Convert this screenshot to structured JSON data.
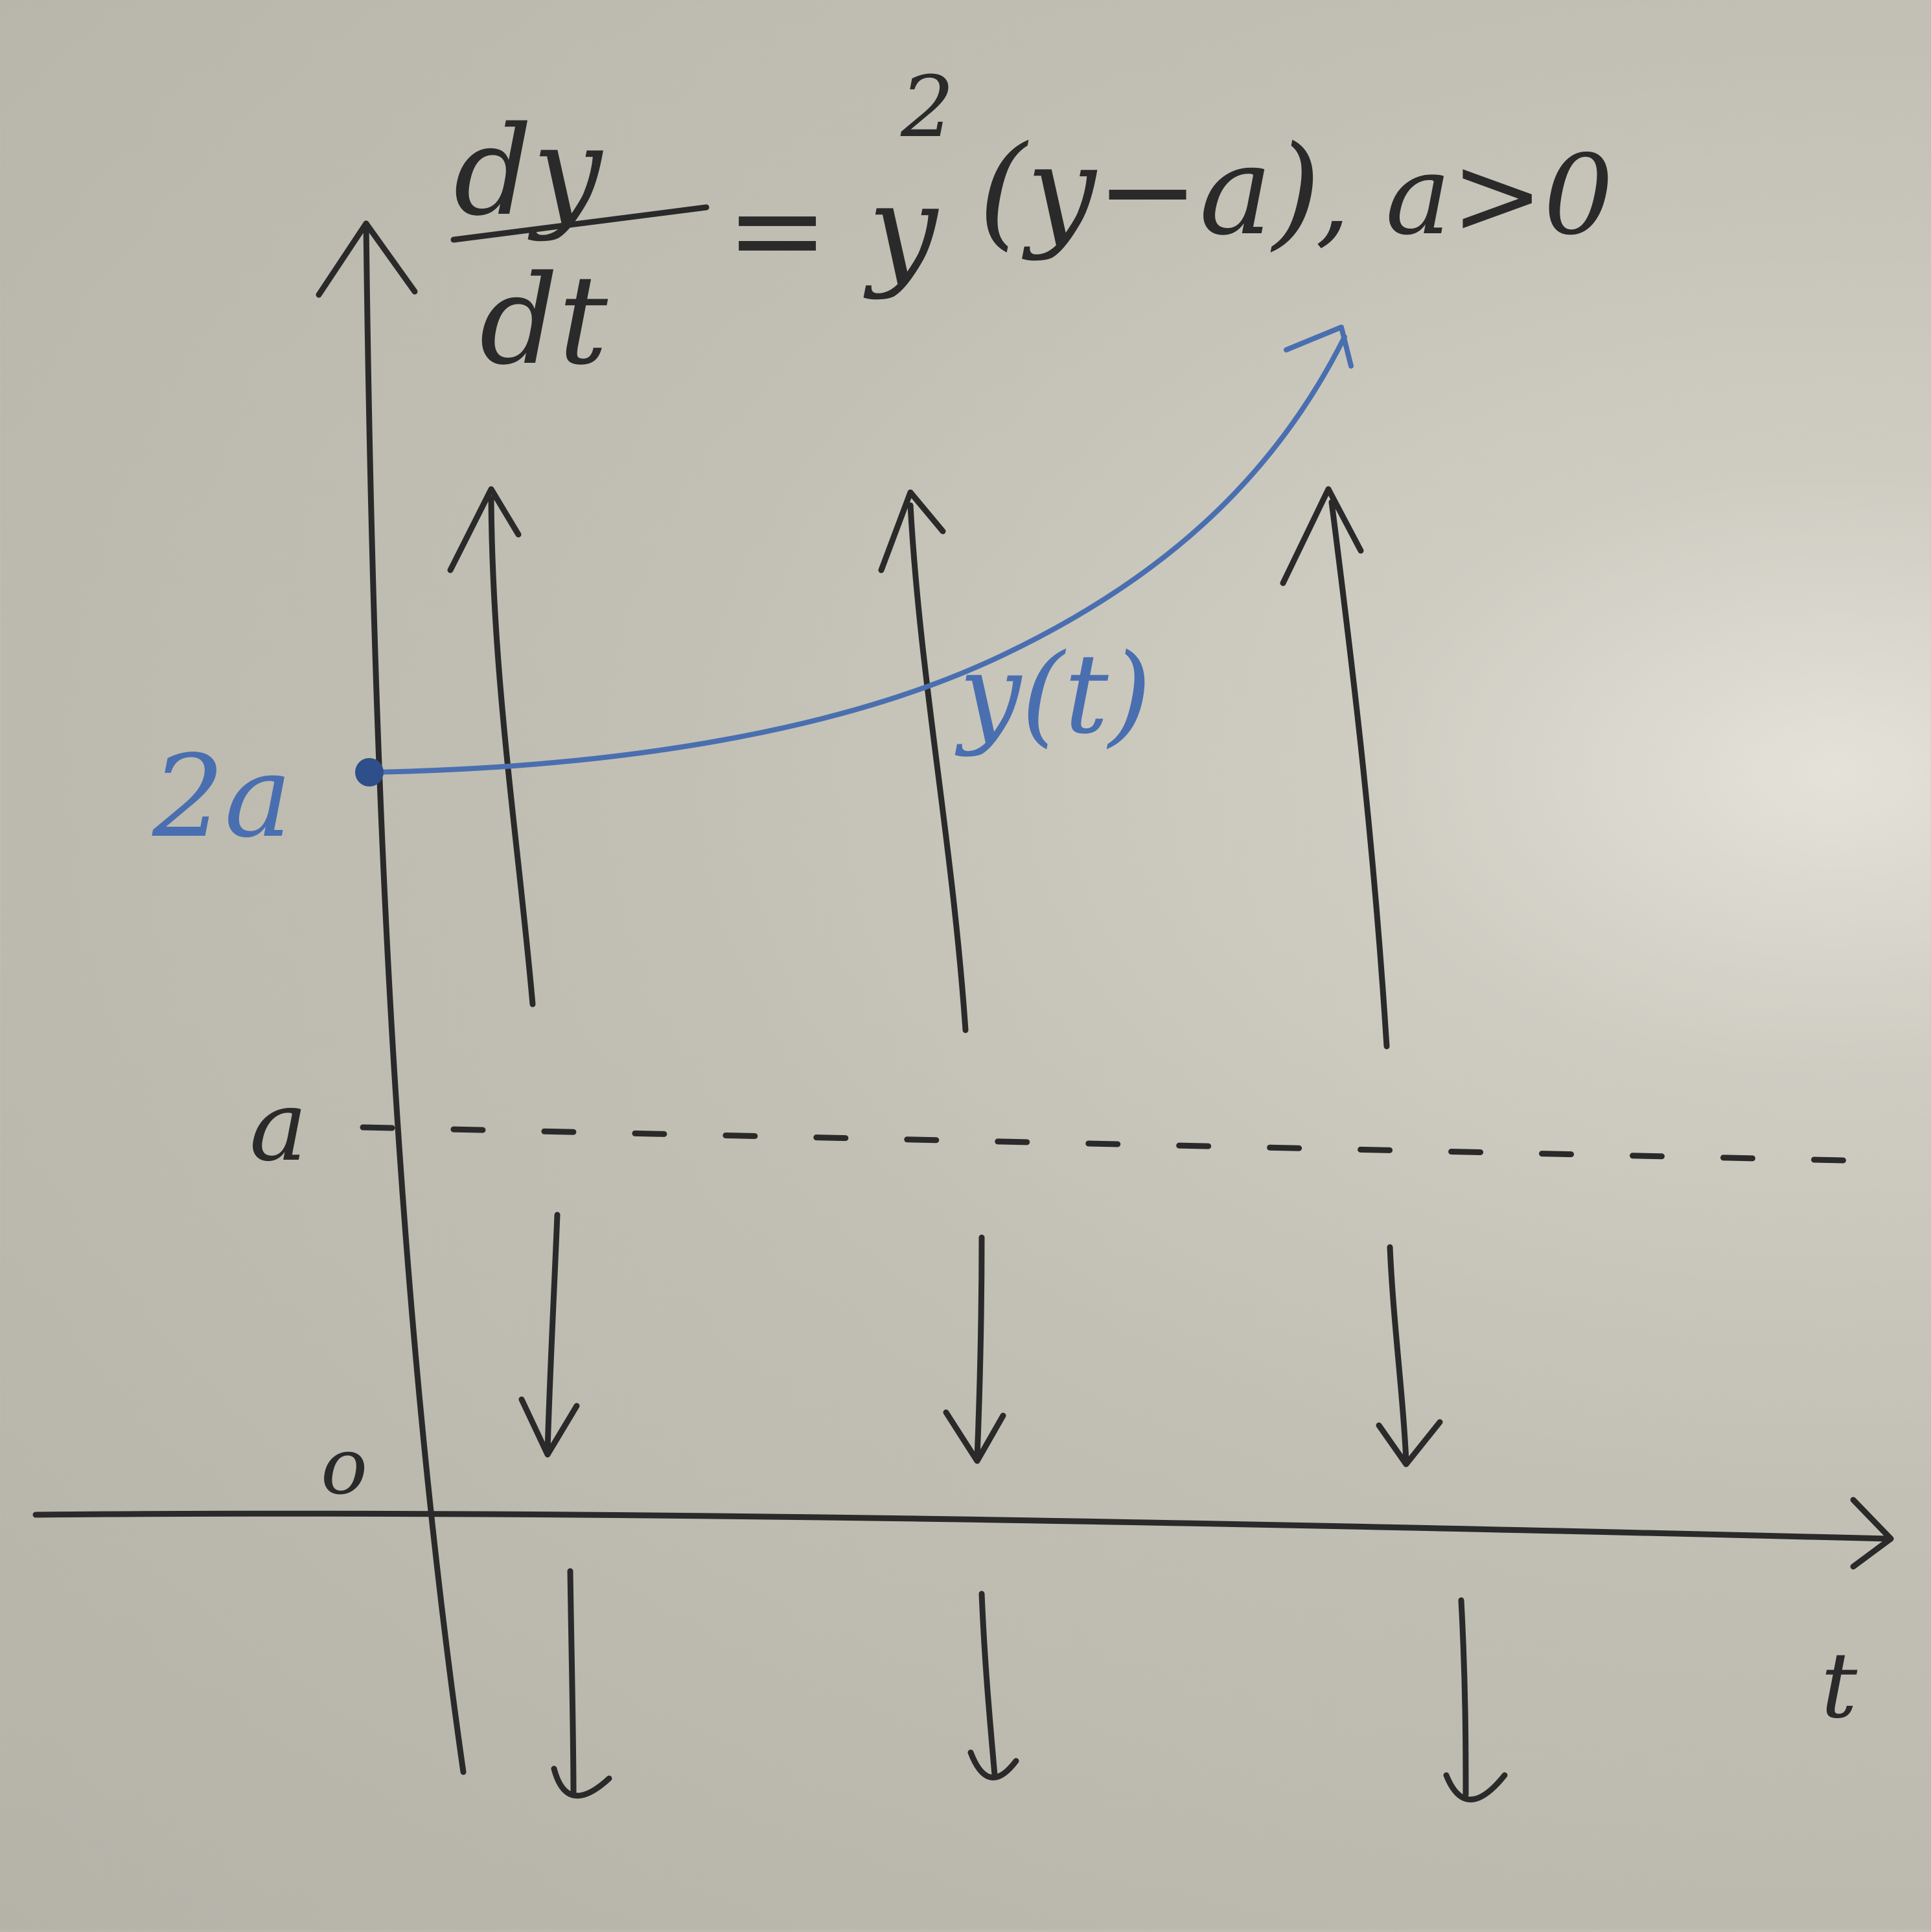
{
  "equation": {
    "numerator": "dy",
    "denominator": "dt",
    "rhs": "= y",
    "exponent": "2",
    "factor": "(y−a)",
    "condition": ", a>0"
  },
  "labels": {
    "two_a": "2a",
    "a": "a",
    "zero": "o",
    "t_axis": "t",
    "curve": "y(t)"
  },
  "colors": {
    "ink": "#2a2a2a",
    "blue": "#4a6fb0",
    "board": "#c2c0b4"
  }
}
